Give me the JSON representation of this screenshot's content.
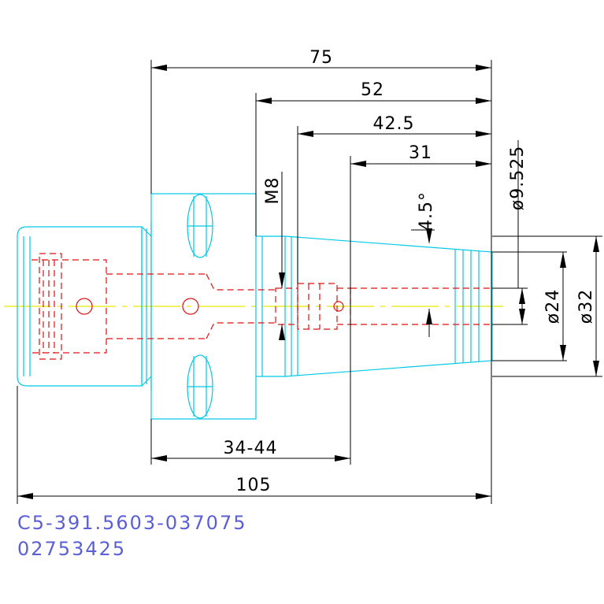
{
  "colors": {
    "background": "#ffffff",
    "outline": "#00c8e6",
    "hidden_lines": "#e01010",
    "centerline": "#e6e600",
    "dimension": "#000000",
    "caption": "#5a5fd6"
  },
  "dimensions": {
    "d75": "75",
    "d52": "52",
    "d42_5": "42.5",
    "d31": "31",
    "m8": "M8",
    "angle": "4.5°",
    "dia_9_525": "ø9.525",
    "dia_24": "ø24",
    "dia_32": "ø32",
    "d34_44": "34-44",
    "d105": "105"
  },
  "caption": {
    "part_number": "C5-391.5603-037075",
    "article_number": "02753425"
  }
}
